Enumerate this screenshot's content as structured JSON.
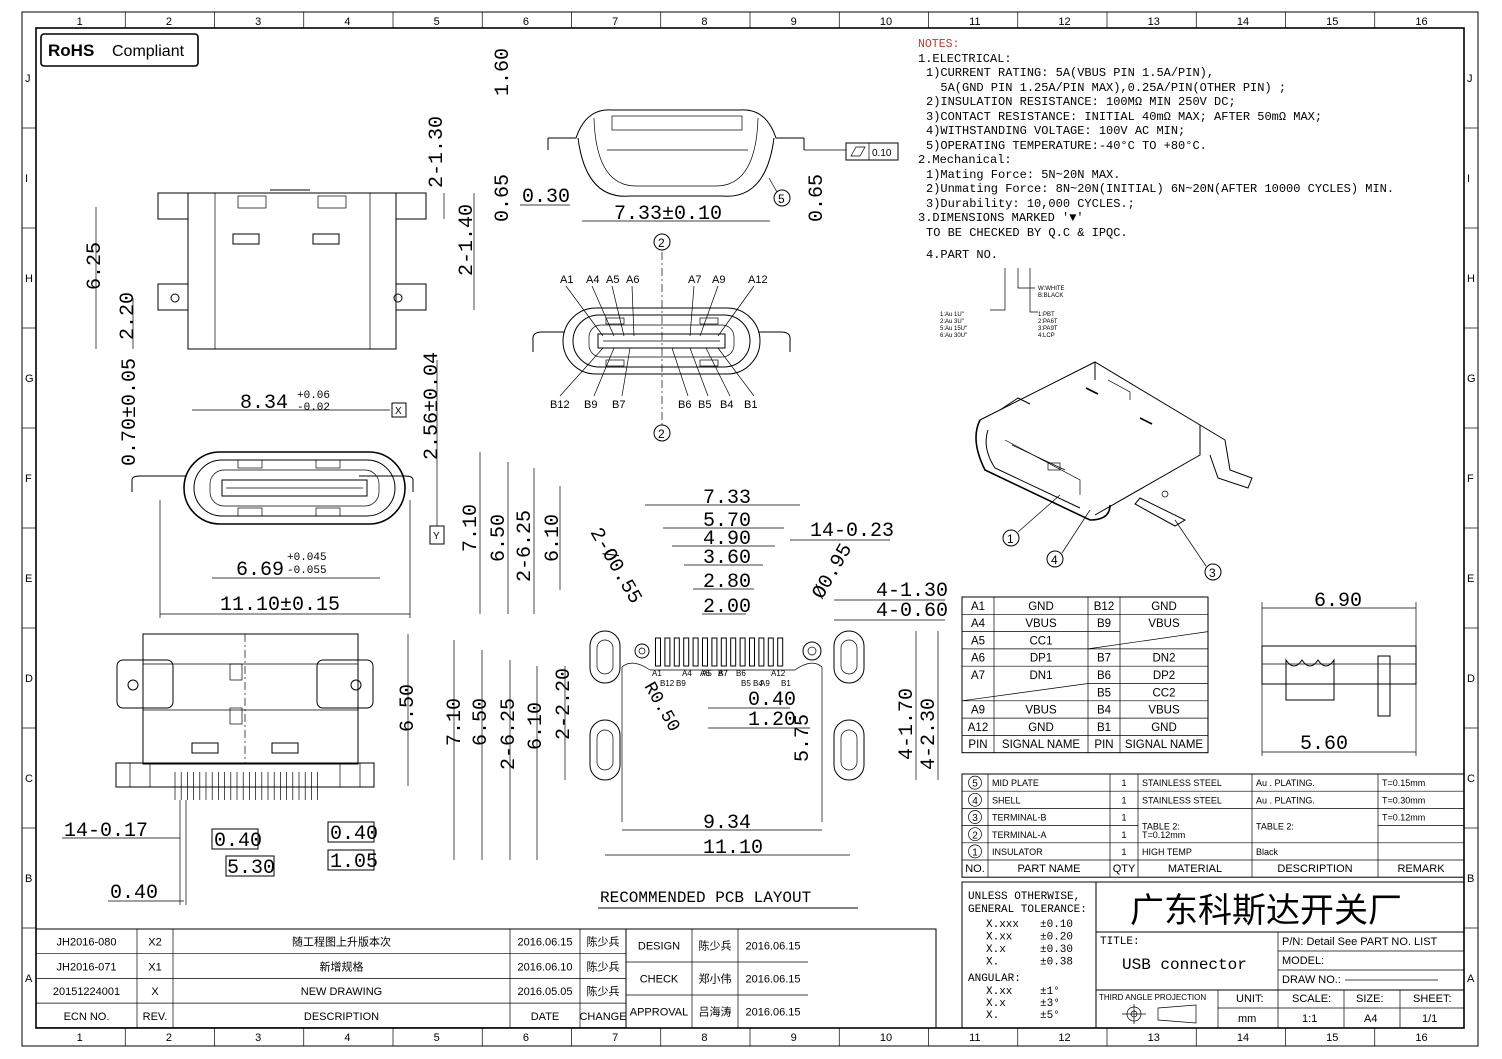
{
  "frame": {
    "cols": [
      "1",
      "2",
      "3",
      "4",
      "5",
      "6",
      "7",
      "8",
      "9",
      "10",
      "11",
      "12",
      "13",
      "14",
      "15",
      "16"
    ],
    "rows": [
      "J",
      "I",
      "H",
      "G",
      "F",
      "E",
      "D",
      "C",
      "B",
      "A"
    ]
  },
  "rohs": {
    "strong": "RoHS",
    "rest": "Compliant"
  },
  "notes": {
    "title": "NOTES:",
    "electrical_title": "1.ELECTRICAL:",
    "lines": [
      "1)CURRENT RATING: 5A(VBUS PIN 1.5A/PIN),",
      "  5A(GND PIN 1.25A/PIN MAX),0.25A/PIN(OTHER PIN) ;",
      "2)INSULATION RESISTANCE: 100MΩ MIN 250V DC;",
      "3)CONTACT RESISTANCE: INITIAL 40mΩ MAX; AFTER 50mΩ MAX;",
      "4)WITHSTANDING VOLTAGE: 100V AC MIN;",
      "5)OPERATING TEMPERATURE:-40°C TO +80°C."
    ],
    "mechanical_title": "2.Mechanical:",
    "mech_lines": [
      "1)Mating Force:  5N~20N MAX.",
      "2)Unmating Force:  8N~20N(INITIAL) 6N~20N(AFTER 10000 CYCLES) MIN.",
      "3)Durability: 10,000 CYCLES.;"
    ],
    "dim_line1": "3.DIMENSIONS MARKED '▼'",
    "dim_line2": "TO BE CHECKED BY Q.C & IPQC.",
    "part_no": "4.PART NO.",
    "color_codes": [
      "W:WHITE",
      "B:BLACK"
    ],
    "plating_codes": [
      "1:Au 1U\"",
      "2:Au 3U\"",
      "5:Au 15U\"",
      "6:Au 30U\""
    ],
    "material_codes": [
      "1:PBT",
      "2:PA6T",
      "3:PA9T",
      "4:LCP"
    ]
  },
  "dims": {
    "d160": "1.60",
    "d130": "2-1.30",
    "d065a": "0.65",
    "d030": "0.30",
    "d733tol": "7.33±0.10",
    "d065b": "0.65",
    "flat": "0.10",
    "d140": "2-1.40",
    "d625": "6.25",
    "d220": "2.20",
    "d834": "8.34",
    "d834p": "+0.06",
    "d834m": "-0.02",
    "d256": "2.56±0.04",
    "d070": "0.70±0.05",
    "d669": "6.69",
    "d669p": "+0.045",
    "d669m": "-0.055",
    "d1110": "11.10±0.15",
    "d710a": "7.10",
    "d650a": "6.50",
    "d625b": "2-6.25",
    "d610": "6.10",
    "d650s": "6.50",
    "d1417": "14-0.17",
    "d040a": "0.40",
    "d530": "5.30",
    "d040b": "0.40",
    "d105": "1.05",
    "d040c": "0.40",
    "datum_x": "X",
    "datum_y": "Y",
    "p733": "7.33",
    "p570": "5.70",
    "p490": "4.90",
    "p360": "3.60",
    "p280": "2.80",
    "p200": "2.00",
    "p1423": "14-0.23",
    "p055": "2-Ø0.55",
    "p095": "Ø0.95",
    "p130": "4-1.30",
    "p060": "4-0.60",
    "pR050": "R0.50",
    "p040": "0.40",
    "p120": "1.20",
    "p575": "5.75",
    "p170": "4-1.70",
    "p230": "4-2.30",
    "p934": "9.34",
    "p1110": "11.10",
    "p710": "7.10",
    "p650": "6.50",
    "p625": "2-6.25",
    "p610": "6.10",
    "p220": "2-2.20",
    "s690": "6.90",
    "s560": "5.60"
  },
  "pin_labels_top": [
    "A1",
    "A4",
    "A5",
    "A6",
    "A7",
    "A9",
    "A12"
  ],
  "pin_labels_bottom": [
    "B12",
    "B9",
    "B7",
    "B6",
    "B5",
    "B4",
    "B1"
  ],
  "pcb_pins_a": [
    "A1",
    "A4",
    "A6",
    "B7",
    "A5",
    "B6",
    "A7",
    "A12"
  ],
  "pcb_pins_b": [
    "B12",
    "B9",
    "B5",
    "B4",
    "A9",
    "B1"
  ],
  "callouts": [
    "1",
    "2",
    "3",
    "4",
    "5"
  ],
  "pcb_title": "RECOMMENDED PCB LAYOUT",
  "pin_table": {
    "rows": [
      [
        "A1",
        "GND",
        "B12",
        "GND"
      ],
      [
        "A4",
        "VBUS",
        "B9",
        "VBUS"
      ],
      [
        "A5",
        "CC1",
        "",
        ""
      ],
      [
        "A6",
        "DP1",
        "B7",
        "DN2"
      ],
      [
        "A7",
        "DN1",
        "B6",
        "DP2"
      ],
      [
        "",
        "",
        "B5",
        "CC2"
      ],
      [
        "A9",
        "VBUS",
        "B4",
        "VBUS"
      ],
      [
        "A12",
        "GND",
        "B1",
        "GND"
      ],
      [
        "PIN",
        "SIGNAL NAME",
        "PIN",
        "SIGNAL NAME"
      ]
    ]
  },
  "bom": {
    "rows": [
      [
        "5",
        "MID PLATE",
        "1",
        "STAINLESS STEEL",
        "Au . PLATING.",
        "T=0.15mm"
      ],
      [
        "4",
        "SHELL",
        "1",
        "STAINLESS STEEL",
        "Au . PLATING.",
        "T=0.30mm"
      ],
      [
        "3",
        "TERMINAL-B",
        "1",
        "TABLE 2:",
        "TABLE 2:",
        "T=0.12mm"
      ],
      [
        "2",
        "TERMINAL-A",
        "1",
        "",
        "",
        "T=0.12mm"
      ],
      [
        "1",
        "INSULATOR",
        "1",
        "HIGH TEMP",
        "Black",
        ""
      ]
    ],
    "header": [
      "NO.",
      "PART NAME",
      "QTY",
      "MATERIAL",
      "DESCRIPTION",
      "REMARK"
    ]
  },
  "title_block": {
    "tol_title1": "UNLESS OTHERWISE,",
    "tol_title2": "GENERAL TOLERANCE:",
    "tols": [
      [
        "X.xxx",
        "±0.10"
      ],
      [
        "X.xx",
        "±0.20"
      ],
      [
        "X.x",
        "±0.30"
      ],
      [
        "X.",
        "±0.38"
      ]
    ],
    "angular": "ANGULAR:",
    "ang_tols": [
      [
        "X.xx",
        "±1°"
      ],
      [
        "X.x",
        "±3°"
      ],
      [
        "X.",
        "±5°"
      ]
    ],
    "company": "广东科斯达开关厂",
    "title_label": "TITLE:",
    "title_value": "USB connector",
    "pn": "P/N: Detail See PART NO. LIST",
    "model": "MODEL:",
    "drawno": "DRAW NO.:",
    "projection": "THIRD ANGLE PROJECTION",
    "unit_label": "UNIT:",
    "unit_value": "mm",
    "scale_label": "SCALE:",
    "scale_value": "1:1",
    "size_label": "SIZE:",
    "size_value": "A4",
    "sheet_label": "SHEET:",
    "sheet_value": "1/1"
  },
  "rev_table": {
    "rows": [
      [
        "JH2016-080",
        "X2",
        "随工程图上升版本次",
        "2016.06.15",
        "陈少兵"
      ],
      [
        "JH2016-071",
        "X1",
        "新增规格",
        "2016.06.10",
        "陈少兵"
      ],
      [
        "20151224001",
        "X",
        "NEW DRAWING",
        "2016.05.05",
        "陈少兵"
      ]
    ],
    "header": [
      "ECN NO.",
      "REV.",
      "DESCRIPTION",
      "DATE",
      "CHANGE"
    ]
  },
  "approval": [
    [
      "DESIGN",
      "陈少兵",
      "2016.06.15"
    ],
    [
      "CHECK",
      "郑小伟",
      "2016.06.15"
    ],
    [
      "APPROVAL",
      "吕海涛",
      "2016.06.15"
    ]
  ],
  "colors": {
    "note_red": "#c0392b",
    "line": "#000000"
  }
}
